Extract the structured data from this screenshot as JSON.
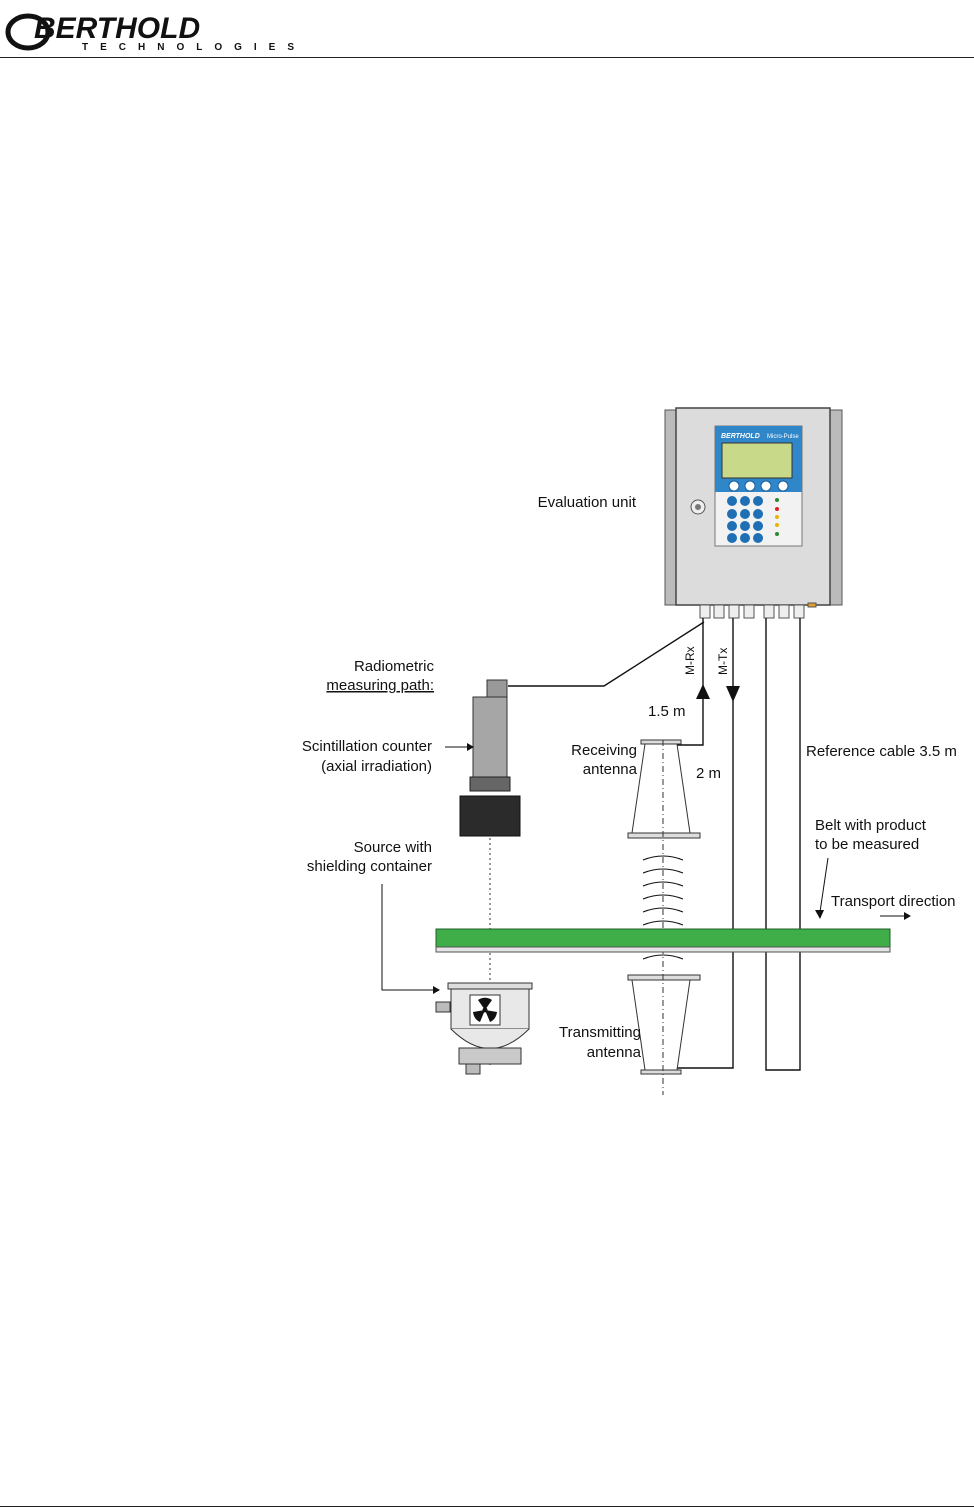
{
  "brand": {
    "name": "BERTHOLD",
    "subtitle": "TECHNOLOGIES",
    "device_brand": "BERTHOLD",
    "device_model": "Micro-Pulse"
  },
  "labels": {
    "evaluation_unit": "Evaluation unit",
    "radiometric_1": "Radiometric",
    "radiometric_2": "measuring path:",
    "scint_1": "Scintillation counter",
    "scint_2": "(axial irradiation)",
    "source_1": "Source with",
    "source_2": "shielding container",
    "recv_1": "Receiving",
    "recv_2": "antenna",
    "trans_1": "Transmitting",
    "trans_2": "antenna",
    "m_rx": "M-Rx",
    "m_tx": "M-Tx",
    "len_15": "1.5 m",
    "len_2": "2 m",
    "reference_cable": "Reference cable 3.5 m",
    "belt_1": "Belt with product",
    "belt_2": "to be measured",
    "transport": "Transport direction"
  },
  "colors": {
    "belt": "#3fae49",
    "screen": "#c9d98a",
    "panel": "#2f86c8",
    "keys": "#1f6fb5",
    "housing": "#d9d9d9"
  },
  "icons": {
    "source": "radiation-trefoil-icon",
    "lock": "key-lock-icon"
  }
}
